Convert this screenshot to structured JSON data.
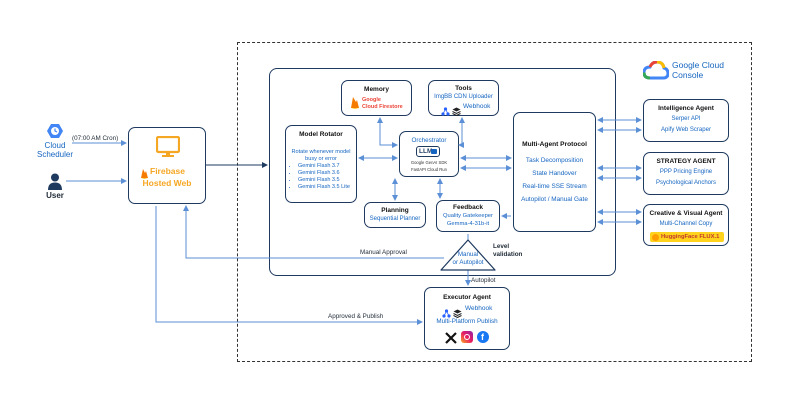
{
  "console": {
    "label": "Google Cloud Console"
  },
  "nodes": {
    "scheduler": {
      "label": "Cloud Scheduler",
      "cron": "(07:00 AM Cron)"
    },
    "user": {
      "label": "User"
    },
    "firebase": {
      "brand": "Firebase",
      "sub": "Hosted Web"
    },
    "memory": {
      "title": "Memory",
      "store_a": "Google",
      "store_b": "Cloud Firestore"
    },
    "tools": {
      "title": "Tools",
      "line1": "ImgBB CDN Uploader",
      "line2": "Webhook"
    },
    "rotator": {
      "title": "Model Rotator",
      "desc": "Rotate whenever model busy or error",
      "models": [
        "Gemini Flash 3.7",
        "Gemini Flash 3.6",
        "Gemini Flash 3.5",
        "Gemini Flash 3.5 Lite"
      ]
    },
    "orchestrator": {
      "title": "Orchestrator",
      "chip": "LLM",
      "sdk1": "Google GenAI SDK",
      "sdk2": "FastAPI Cloud Run"
    },
    "planning": {
      "title": "Planning",
      "sub": "Sequential Planner"
    },
    "feedback": {
      "title": "Feedback",
      "sub1": "Quality Gatekeeper",
      "sub2": "Gemma-4-31b-it"
    },
    "protocol": {
      "title": "Multi-Agent Protocol",
      "items": [
        "Task Decomposition",
        "State Handover",
        "Real-time SSE Stream",
        "Autopilot / Manual Gate"
      ]
    },
    "intelligence": {
      "title": "Intelligence Agent",
      "items": [
        "Serper API",
        "Apify Web Scraper"
      ]
    },
    "strategy": {
      "title": "STRATEGY AGENT",
      "items": [
        "PPP Pricing Engine",
        "Psychological Anchors"
      ]
    },
    "creative": {
      "title": "Creative & Visual Agent",
      "item": "Multi-Channel Copy",
      "badge": "HuggingFace FLUX.1"
    },
    "gate": {
      "line1": "Manual",
      "line2": "or Autopilot"
    },
    "executor": {
      "title": "Executor Agent",
      "line1": "Webhook",
      "line2": "Multi-Platform Publish"
    }
  },
  "edges": {
    "manual_approval": "Manual Approval",
    "level_validation": "Level validation",
    "autopilot": "Autopilot",
    "approved_publish": "Approved & Publish"
  },
  "colors": {
    "accent": "#1565c0",
    "border": "#1e3a5f",
    "arrow": "#5b8fd6",
    "firebase_orange": "#f5a623"
  }
}
